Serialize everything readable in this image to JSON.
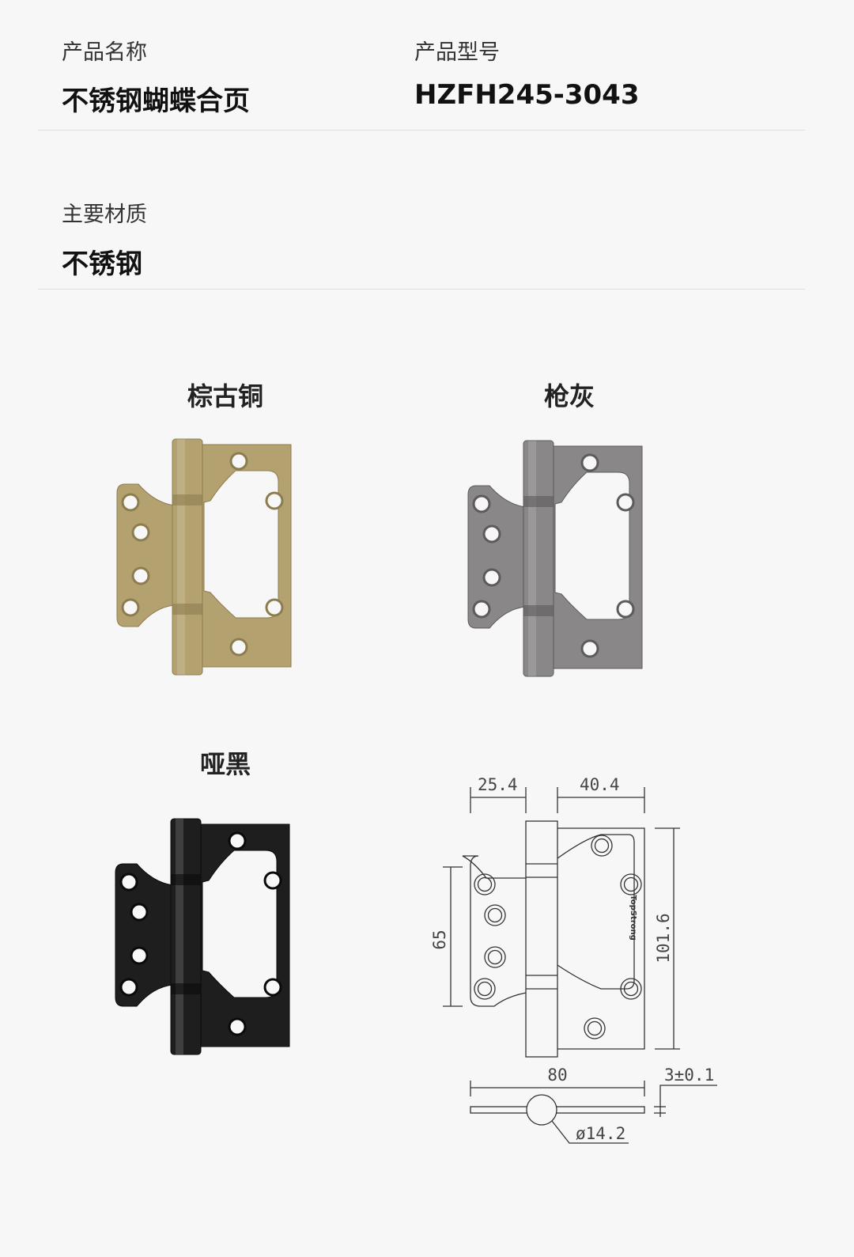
{
  "product_name": {
    "label": "产品名称",
    "value": "不锈钢蝴蝶合页"
  },
  "product_model": {
    "label": "产品型号",
    "value": "HZFH245-3043"
  },
  "material": {
    "label": "主要材质",
    "value": "不锈钢"
  },
  "finishes": [
    {
      "name": "棕古铜",
      "color": "#b3a270",
      "dark": "#8c7c4e"
    },
    {
      "name": "枪灰",
      "color": "#8a8788",
      "dark": "#5c5a5b"
    },
    {
      "name": "哑黑",
      "color": "#1e1e1e",
      "dark": "#0a0a0a"
    }
  ],
  "drawing": {
    "w1": "25.4",
    "w2": "40.4",
    "h_left": "65",
    "height": "101.6",
    "width": "80",
    "thickness": "3±0.1",
    "diameter": "ø14.2",
    "brand": "TopStrong"
  }
}
